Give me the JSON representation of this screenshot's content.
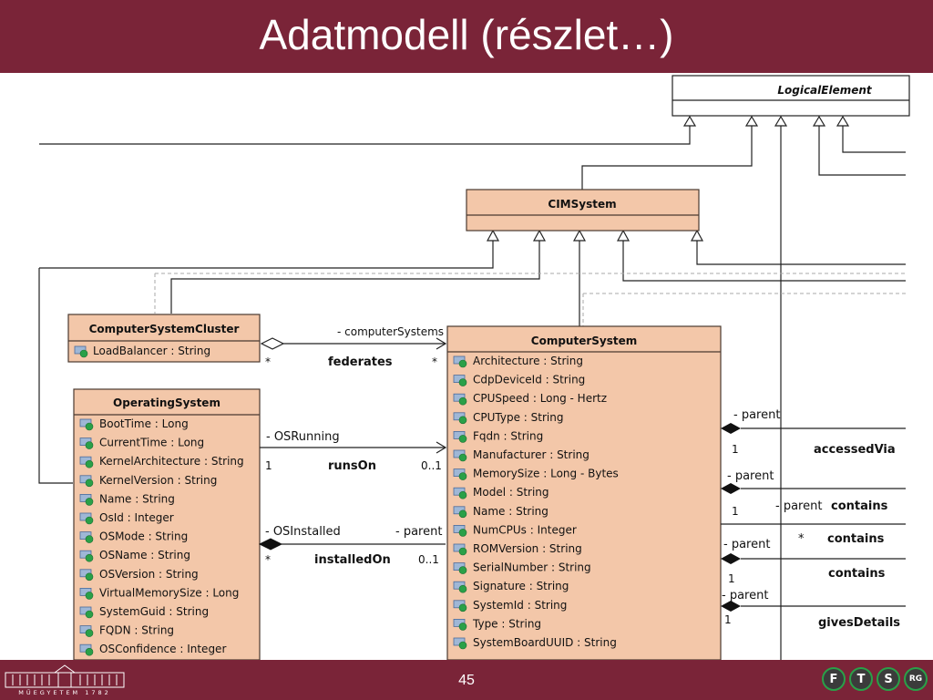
{
  "slide": {
    "title": "Adatmodell (részlet…)",
    "page_number": "45"
  },
  "classes": {
    "logical_element": {
      "name": "LogicalElement"
    },
    "cim_system": {
      "name": "CIMSystem"
    },
    "cluster": {
      "name": "ComputerSystemCluster",
      "attributes": [
        "LoadBalancer : String"
      ]
    },
    "operating_system": {
      "name": "OperatingSystem",
      "attributes": [
        "BootTime : Long",
        "CurrentTime : Long",
        "KernelArchitecture : String",
        "KernelVersion : String",
        "Name : String",
        "OsId : Integer",
        "OSMode : String",
        "OSName : String",
        "OSVersion : String",
        "VirtualMemorySize : Long",
        "SystemGuid : String",
        "FQDN : String",
        "OSConfidence : Integer"
      ]
    },
    "computer_system": {
      "name": "ComputerSystem",
      "attributes": [
        "Architecture : String",
        "CdpDeviceId : String",
        "CPUSpeed : Long - Hertz",
        "CPUType : String",
        "Fqdn : String",
        "Manufacturer : String",
        "MemorySize : Long - Bytes",
        "Model : String",
        "Name : String",
        "NumCPUs : Integer",
        "ROMVersion : String",
        "SerialNumber : String",
        "Signature : String",
        "SystemId : String",
        "Type : String",
        "SystemBoardUUID : String"
      ]
    }
  },
  "associations": {
    "federates": {
      "label": "federates",
      "role": "- computerSystems",
      "mult_left": "*",
      "mult_right": "*"
    },
    "runs_on": {
      "label": "runsOn",
      "role": "- OSRunning",
      "mult_left": "1",
      "mult_right": "0..1"
    },
    "installed_on": {
      "label": "installedOn",
      "role_left": "- OSInstalled",
      "role_right": "- parent",
      "mult_left": "*",
      "mult_right": "0..1"
    },
    "accessed_via": {
      "label": "accessedVia",
      "role": "- parent",
      "mult": "1"
    },
    "contains_1": {
      "label": "contains",
      "role": "- parent",
      "role2": "- parent",
      "mult": "1"
    },
    "contains_2": {
      "label": "contains",
      "mult": "*"
    },
    "contains_3": {
      "label": "contains",
      "role": "- parent",
      "mult": "1"
    },
    "gives_details": {
      "label": "givesDetails",
      "role": "- parent",
      "mult": "1"
    }
  },
  "colors": {
    "brand": "#7a2438",
    "class_fill": "#f3c7a9",
    "class_border": "#4a3a30",
    "attr_icon": "#2aa048"
  },
  "footer": {
    "university": "MŰEGYETEM 1782",
    "logo_letters": [
      "F",
      "T",
      "S",
      "RG"
    ]
  }
}
